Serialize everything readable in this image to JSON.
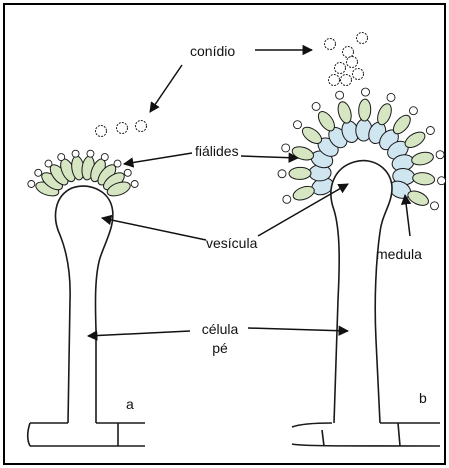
{
  "labels": {
    "conidio": "conídio",
    "fialides": "fiálides",
    "vesicula": "vesícula",
    "medula": "medula",
    "celula_line1": "célula",
    "celula_line2": "pé",
    "panel_a": "a",
    "panel_b": "b"
  },
  "colors": {
    "fialide_fill": "#d6e6c2",
    "medula_fill": "#cfe5f0",
    "conidio_fill": "#ffffff",
    "outline": "#1a1a1a",
    "border": "#000000"
  },
  "icons": {
    "arrow": "arrow-head"
  }
}
